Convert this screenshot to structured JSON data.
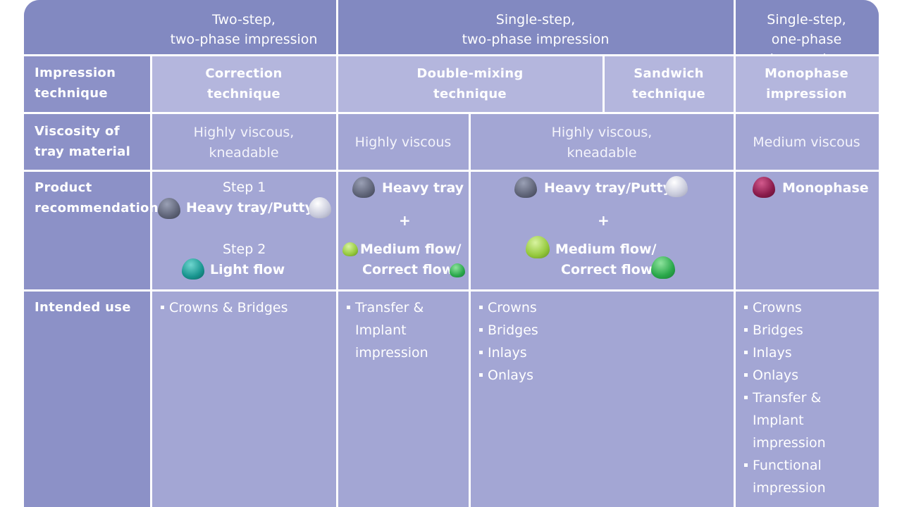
{
  "colors": {
    "header": "#8289c1",
    "technique_row": "#b4b6dd",
    "body": "#a3a6d4",
    "label_column": "#8c91c7",
    "heavy_tray": "#5f6478",
    "putty": "#c9cbdc",
    "light_flow": "#19958f",
    "medium_flow": "#95c93d",
    "correct_flow": "#2aa84b",
    "monophase": "#8a1c4c"
  },
  "headers": {
    "col1": [
      "Two-step,",
      "two-phase impression"
    ],
    "col2": [
      "Single-step,",
      "two-phase impression"
    ],
    "col3": [
      "Single-step,",
      "one-phase impression"
    ]
  },
  "labels": {
    "technique": [
      "Impression",
      "technique"
    ],
    "viscosity": [
      "Viscosity of",
      "tray material"
    ],
    "product": [
      "Product",
      "recommendation"
    ],
    "use": "Intended use"
  },
  "techniques": {
    "correction": [
      "Correction",
      "technique"
    ],
    "double_mixing": [
      "Double-mixing",
      "technique"
    ],
    "sandwich": [
      "Sandwich",
      "technique"
    ],
    "monophase": [
      "Monophase",
      "impression"
    ]
  },
  "viscosity": {
    "col1": [
      "Highly viscous,",
      "kneadable"
    ],
    "col2": "Highly viscous",
    "col3": [
      "Highly viscous,",
      "kneadable"
    ],
    "col4": "Medium viscous"
  },
  "products": {
    "step1": "Step 1",
    "heavy_tray_putty": "Heavy tray/Putty",
    "step2": "Step 2",
    "light_flow": "Light flow",
    "heavy_tray": "Heavy tray",
    "plus": "+",
    "medium_flow": "Medium flow/",
    "correct_flow": "Correct flow",
    "monophase": "Monophase"
  },
  "uses": {
    "col1": [
      "Crowns & Bridges"
    ],
    "col2": [
      "Transfer &",
      "Implant",
      "impression"
    ],
    "col3": [
      "Crowns",
      "Bridges",
      "Inlays",
      "Onlays"
    ],
    "col4": [
      "Crowns",
      "Bridges",
      "Inlays",
      "Onlays",
      "Transfer &",
      "Implant",
      "impression",
      "Functional",
      "impression"
    ]
  },
  "icons": {
    "heavy_tray": "heavy-tray-blob-icon",
    "putty": "putty-blob-icon",
    "light_flow": "light-flow-blob-icon",
    "medium_flow": "medium-flow-blob-icon",
    "correct_flow": "correct-flow-blob-icon",
    "monophase": "monophase-blob-icon"
  }
}
